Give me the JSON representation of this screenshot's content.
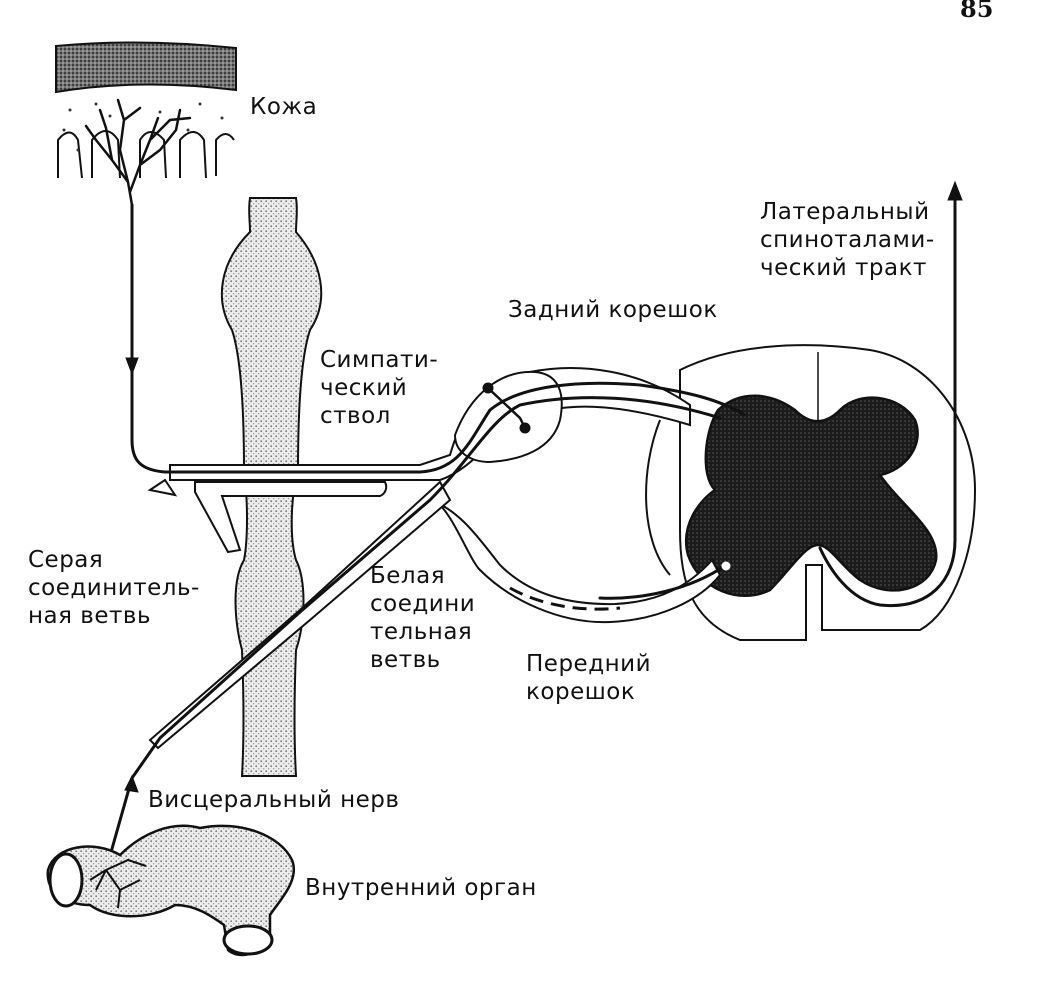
{
  "page_number": "85",
  "labels": {
    "skin": "Кожа",
    "lateral_tract": [
      "Латеральный",
      "спиноталами-",
      "ческий тракт"
    ],
    "posterior_root": "Задний корешок",
    "sympathetic_trunk": [
      "Симпати-",
      "ческий",
      "ствол"
    ],
    "gray_ramus": [
      "Серая",
      "соединитель-",
      "ная ветвь"
    ],
    "white_ramus": [
      "Белая",
      "соедини",
      "тельная",
      "ветвь"
    ],
    "anterior_root": [
      "Передний",
      "корешок"
    ],
    "visceral_nerve": "Висцеральный нерв",
    "internal_organ": "Внутренний орган"
  }
}
